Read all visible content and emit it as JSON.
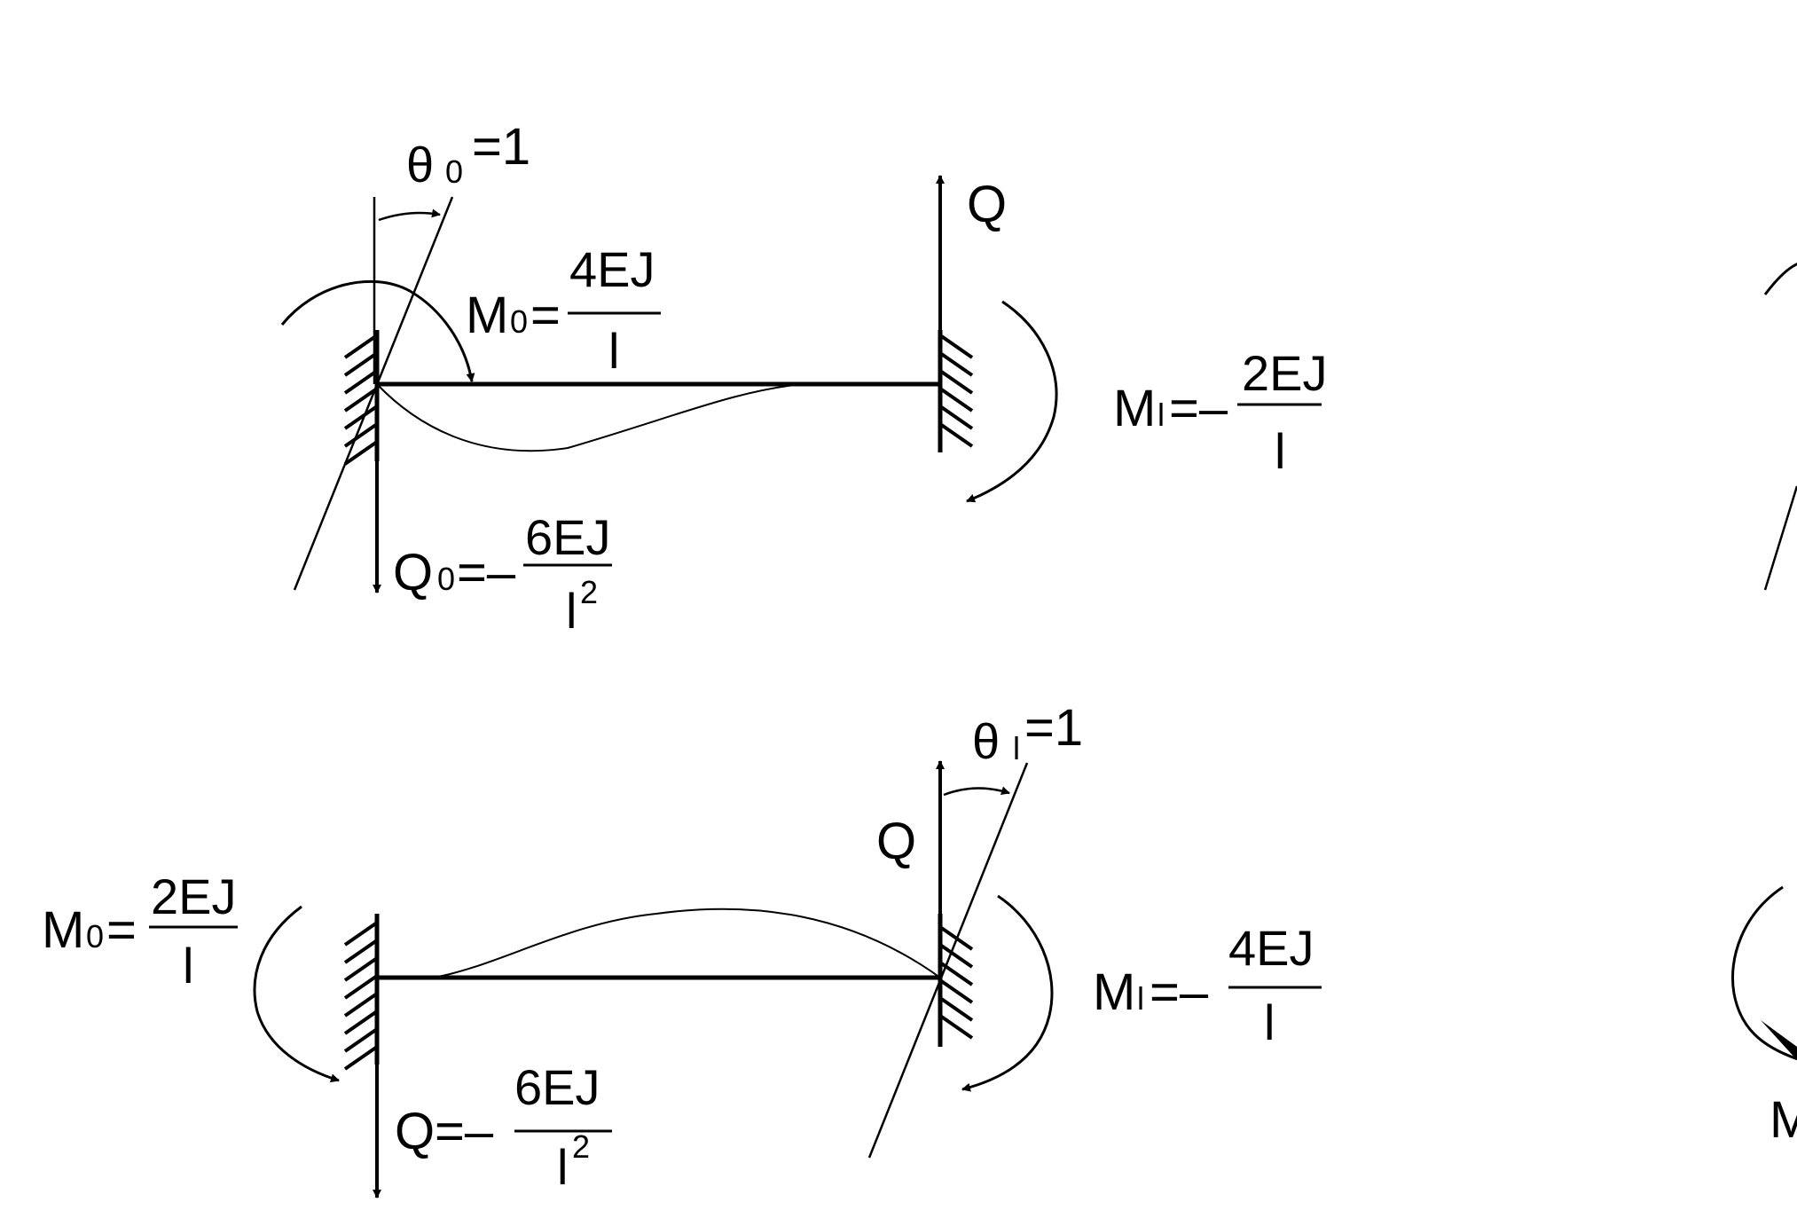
{
  "colors": {
    "stroke": "#000000",
    "background": "#ffffff"
  },
  "top": {
    "theta_label": "=1",
    "theta_sub": "0",
    "q_right": "Q",
    "m_left_prefix": "M",
    "m_left_sub": "0",
    "m_left_eq": "=",
    "m_left_num": "4EJ",
    "m_left_den": "l",
    "m_right_prefix": "M",
    "m_right_sub": "l",
    "m_right_eq": "=–",
    "m_right_num": "2EJ",
    "m_right_den": "l",
    "q_left_prefix": "Q",
    "q_left_sub": "0",
    "q_left_eq": "=–",
    "q_left_num": "6EJ",
    "q_left_den": "l",
    "q_left_den_sup": "2"
  },
  "bottom": {
    "theta_label": "=1",
    "theta_sub": "l",
    "q_right": "Q",
    "m_left_prefix": "M",
    "m_left_sub": "0",
    "m_left_eq": "=",
    "m_left_num": "2EJ",
    "m_left_den": "l",
    "m_right_prefix": "M",
    "m_right_sub": "l",
    "m_right_eq": "=–",
    "m_right_num": "4EJ",
    "m_right_den": "l",
    "q_left_prefix": "Q",
    "q_left_eq": "=–",
    "q_left_num": "6EJ",
    "q_left_den": "l",
    "q_left_den_sup": "2"
  },
  "edge": {
    "bottom_right_fragment": "M"
  }
}
